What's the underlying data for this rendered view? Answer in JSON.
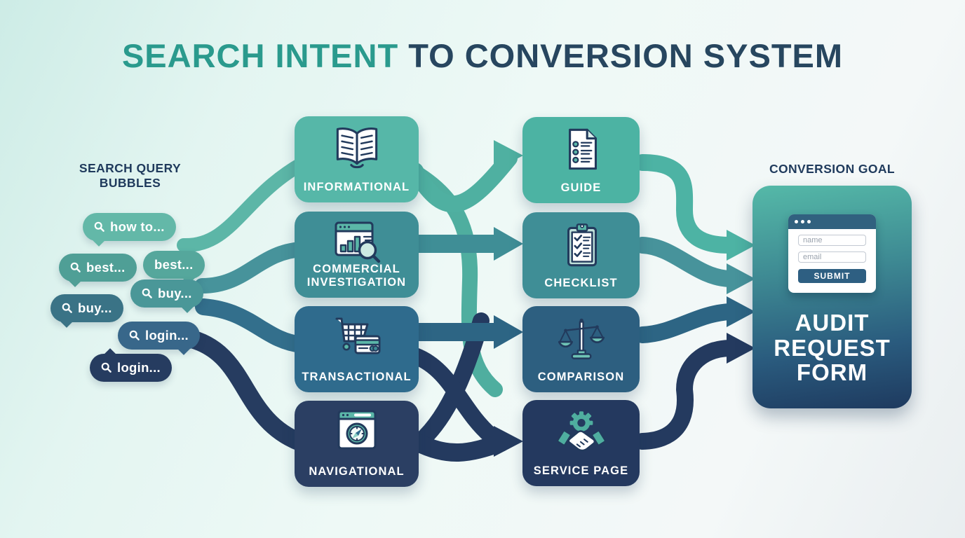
{
  "title": {
    "accent": "SEARCH INTENT",
    "rest": " TO CONVERSION SYSTEM"
  },
  "search_queries": {
    "label": "SEARCH QUERY BUBBLES",
    "bubbles": [
      {
        "text": "how to...",
        "color": "#63b8a8",
        "icon": "search-icon"
      },
      {
        "text": "best...",
        "color": "#55a79c",
        "icon": null
      },
      {
        "text": "best...",
        "color": "#4f9f96",
        "icon": "search-icon"
      },
      {
        "text": "buy...",
        "color": "#4a9798",
        "icon": "search-icon"
      },
      {
        "text": "buy...",
        "color": "#3a7386",
        "icon": "search-icon"
      },
      {
        "text": "login...",
        "color": "#38678a",
        "icon": "search-icon"
      },
      {
        "text": "login...",
        "color": "#263c60",
        "icon": "search-icon"
      }
    ]
  },
  "intents": [
    {
      "label": "INFORMATIONAL",
      "color": "#56b7a8",
      "icon": "open-book-icon"
    },
    {
      "label": "COMMERCIAL INVESTIGATION",
      "color": "#3f8e96",
      "icon": "chart-magnifier-icon"
    },
    {
      "label": "TRANSACTIONAL",
      "color": "#2f6b8d",
      "icon": "cart-card-icon"
    },
    {
      "label": "NAVIGATIONAL",
      "color": "#2b3f63",
      "icon": "compass-browser-icon"
    }
  ],
  "content_types": [
    {
      "label": "GUIDE",
      "color": "#4cb3a3",
      "icon": "document-list-icon"
    },
    {
      "label": "CHECKLIST",
      "color": "#3f8e96",
      "icon": "clipboard-check-icon"
    },
    {
      "label": "COMPARISON",
      "color": "#2d5f80",
      "icon": "scales-icon"
    },
    {
      "label": "SERVICE PAGE",
      "color": "#24395f",
      "icon": "handshake-gear-icon"
    }
  ],
  "conversion": {
    "label": "CONVERSION GOAL",
    "card_title": "AUDIT REQUEST FORM",
    "form": {
      "name_placeholder": "name",
      "email_placeholder": "email",
      "submit_label": "SUBMIT"
    }
  },
  "colors": {
    "title_accent": "#2a9a8d",
    "title_rest": "#27465f",
    "card_gradient_top": "#55b9a8",
    "card_gradient_bottom": "#1e3a5f",
    "flow_teal": "#4fb0a1",
    "flow_dark_teal": "#47939b",
    "flow_blue": "#2d6584",
    "flow_navy": "#243a5f",
    "background": "#e6f5f1"
  }
}
